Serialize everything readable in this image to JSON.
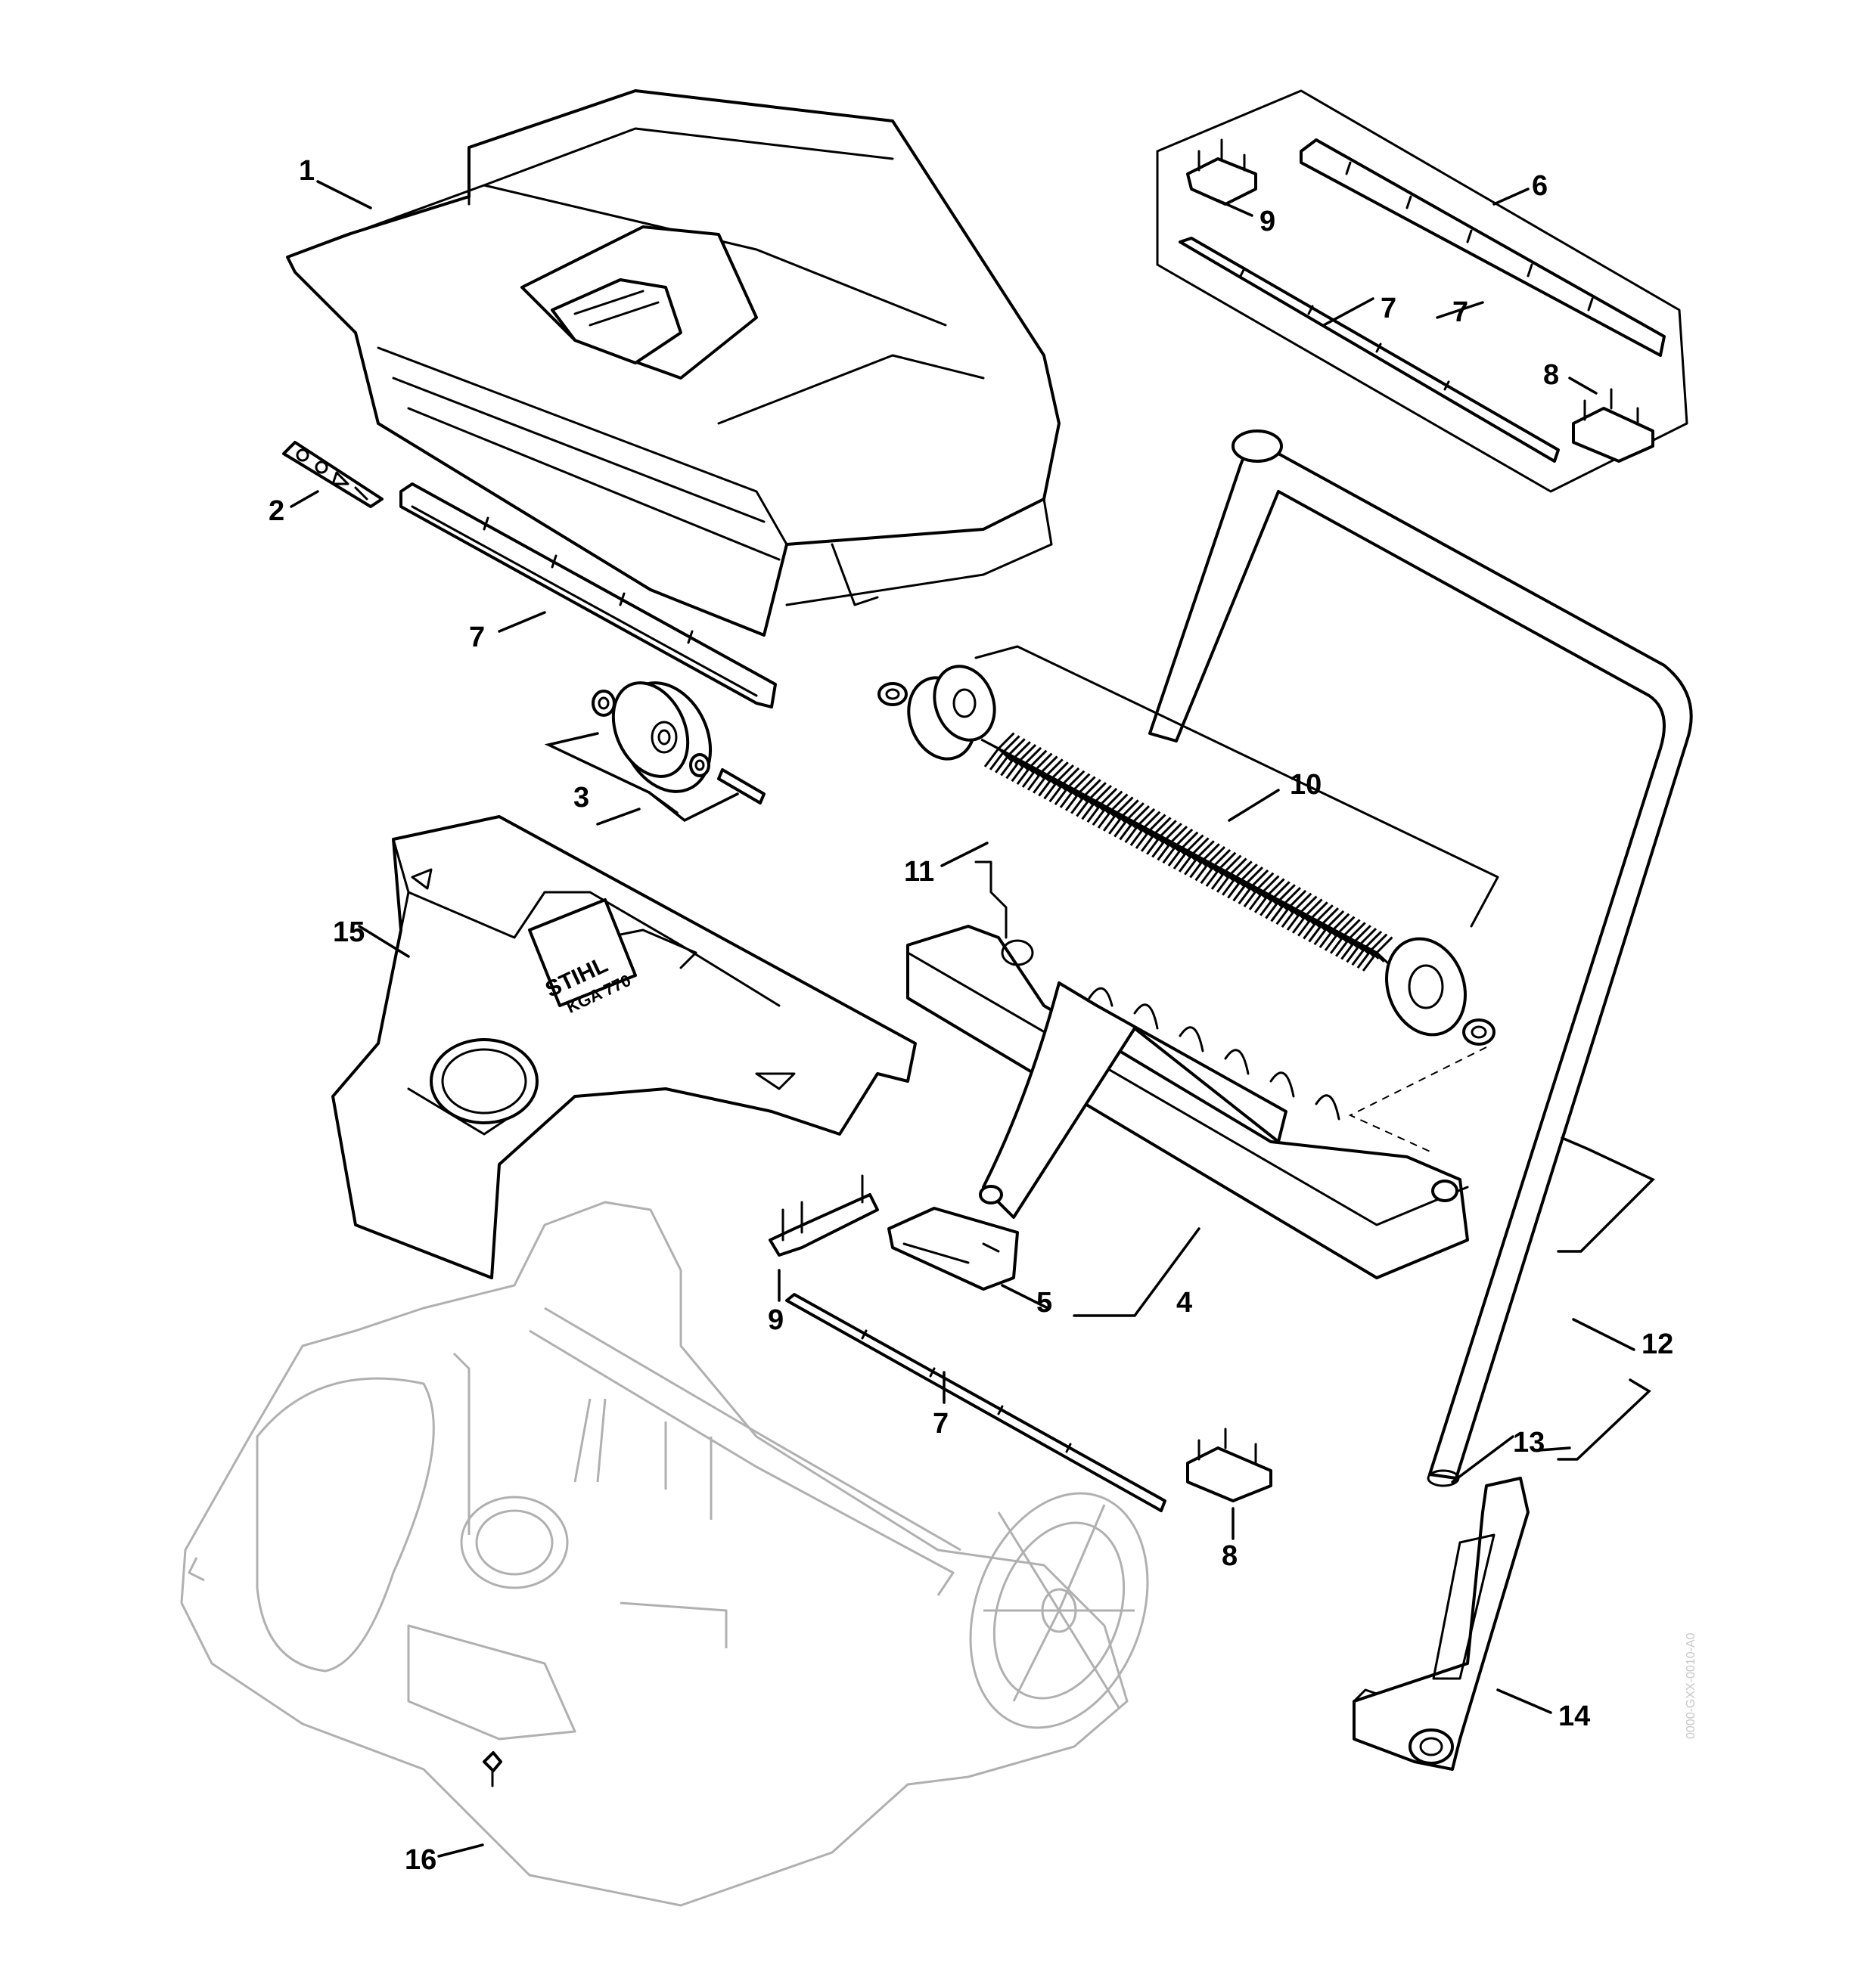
{
  "diagram": {
    "logo": {
      "brand": "STIHL",
      "model": "KGA 770"
    },
    "callouts": [
      {
        "id": "c1",
        "label": "1",
        "part": "collection-box"
      },
      {
        "id": "c2",
        "label": "2",
        "part": "warning-label"
      },
      {
        "id": "c3",
        "label": "3",
        "part": "drive-wheel-set"
      },
      {
        "id": "c4",
        "label": "4",
        "part": "brush-frame"
      },
      {
        "id": "c5",
        "label": "5",
        "part": "bracket"
      },
      {
        "id": "c6",
        "label": "6",
        "part": "sealing-strip-set"
      },
      {
        "id": "c7a",
        "label": "7",
        "part": "sealing-strip"
      },
      {
        "id": "c7b",
        "label": "7",
        "part": "sealing-strip"
      },
      {
        "id": "c7c",
        "label": "7",
        "part": "sealing-strip"
      },
      {
        "id": "c7d",
        "label": "7",
        "part": "sealing-strip"
      },
      {
        "id": "c8a",
        "label": "8",
        "part": "holder"
      },
      {
        "id": "c8b",
        "label": "8",
        "part": "holder"
      },
      {
        "id": "c9a",
        "label": "9",
        "part": "holder"
      },
      {
        "id": "c9b",
        "label": "9",
        "part": "holder"
      },
      {
        "id": "c10",
        "label": "10",
        "part": "brush-roller"
      },
      {
        "id": "c11",
        "label": "11",
        "part": "bristles"
      },
      {
        "id": "c12",
        "label": "12",
        "part": "handle-set"
      },
      {
        "id": "c13",
        "label": "13",
        "part": "handle-screw"
      },
      {
        "id": "c14",
        "label": "14",
        "part": "handle-arm"
      },
      {
        "id": "c15",
        "label": "15",
        "part": "top-cover"
      },
      {
        "id": "c16",
        "label": "16",
        "part": "screw"
      }
    ],
    "watermark": "0000-GXX-0010-A0"
  }
}
